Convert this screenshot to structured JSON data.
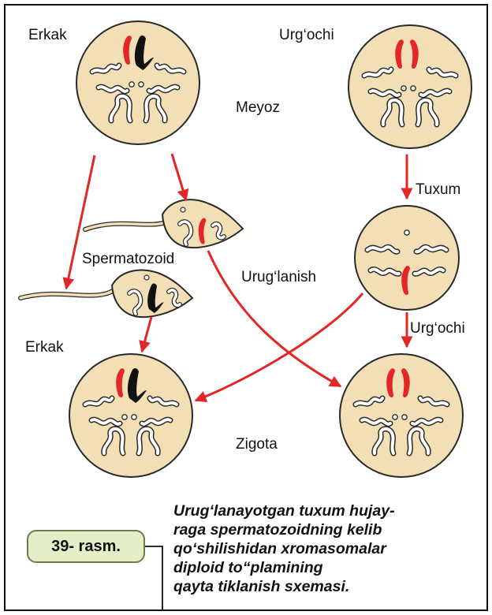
{
  "labels": {
    "erkak_top": "Erkak",
    "urgochi_top": "Urg‘ochi",
    "meyoz": "Meyoz",
    "tuxum": "Tuxum",
    "spermatozoid": "Spermatozoid",
    "uruglanish": "Urug‘lanish",
    "urgochi_mid": "Urg‘ochi",
    "erkak_bottom": "Erkak",
    "zigota": "Zigota"
  },
  "figure_label": "39- rasm.",
  "caption_lines": [
    "Urug‘lanayotgan tuxum hujay-",
    "raga spermatozoidning kelib",
    "qo‘shilishidan xromasomalar",
    "diploid to“plamining",
    "qayta tiklanish sxemasi."
  ],
  "colors": {
    "cell_fill": "#f3dfb6",
    "cell_stroke": "#2a2a2a",
    "paternal_chromosome": "#111111",
    "maternal_chromosome": "#e32626",
    "arrow": "#e32626",
    "badge_fill": "#e4efc7"
  }
}
